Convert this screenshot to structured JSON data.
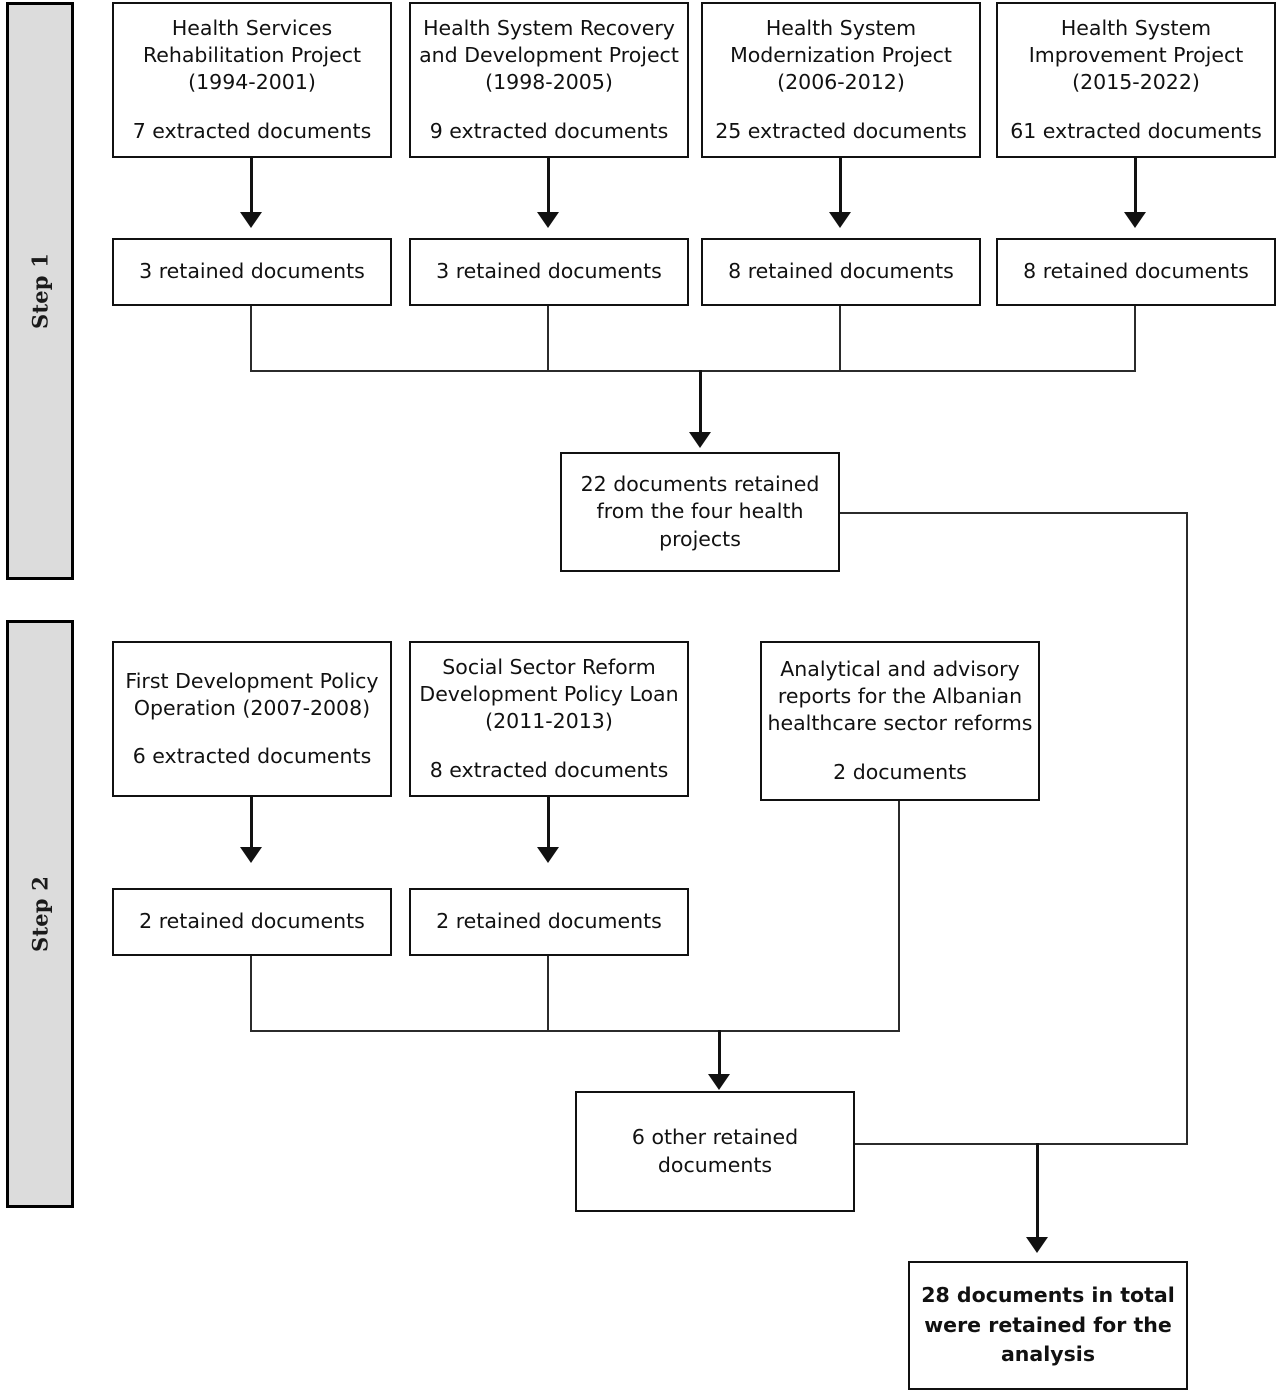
{
  "figure": {
    "title": "Document selection flow diagram",
    "background_color": "#ffffff",
    "line_color": "#111111",
    "band_fill_color": "#dcdcdc"
  },
  "steps": [
    {
      "id": "step1",
      "label": "Step 1"
    },
    {
      "id": "step2",
      "label": "Step 2"
    }
  ],
  "step1": {
    "projects": [
      {
        "title": "Health Services\nRehabilitation Project\n(1994-2001)",
        "count": "7 extracted documents",
        "retained": "3 retained documents"
      },
      {
        "title": "Health System Recovery\nand Development Project\n(1998-2005)",
        "count": "9 extracted documents",
        "retained": "3 retained documents"
      },
      {
        "title": "Health System\nModernization Project\n(2006-2012)",
        "count": "25 extracted documents",
        "retained": "8 retained documents"
      },
      {
        "title": "Health System\nImprovement Project\n(2015-2022)",
        "count": "61 extracted documents",
        "retained": "8 retained documents"
      }
    ],
    "summary": "22 documents retained\nfrom the four health\nprojects"
  },
  "step2": {
    "sources": [
      {
        "title": "First Development Policy\nOperation   (2007-2008)",
        "count": "6 extracted documents",
        "retained": "2 retained documents"
      },
      {
        "title": "Social Sector Reform\nDevelopment Policy Loan\n(2011-2013)",
        "count": "8 extracted documents",
        "retained": "2 retained documents"
      },
      {
        "title": "Analytical and advisory\nreports for the Albanian\nhealthcare sector reforms",
        "count": "2 documents",
        "retained": null
      }
    ],
    "summary": "6 other retained\ndocuments"
  },
  "total": {
    "text": "28 documents in total\nwere retained for the\nanalysis"
  }
}
